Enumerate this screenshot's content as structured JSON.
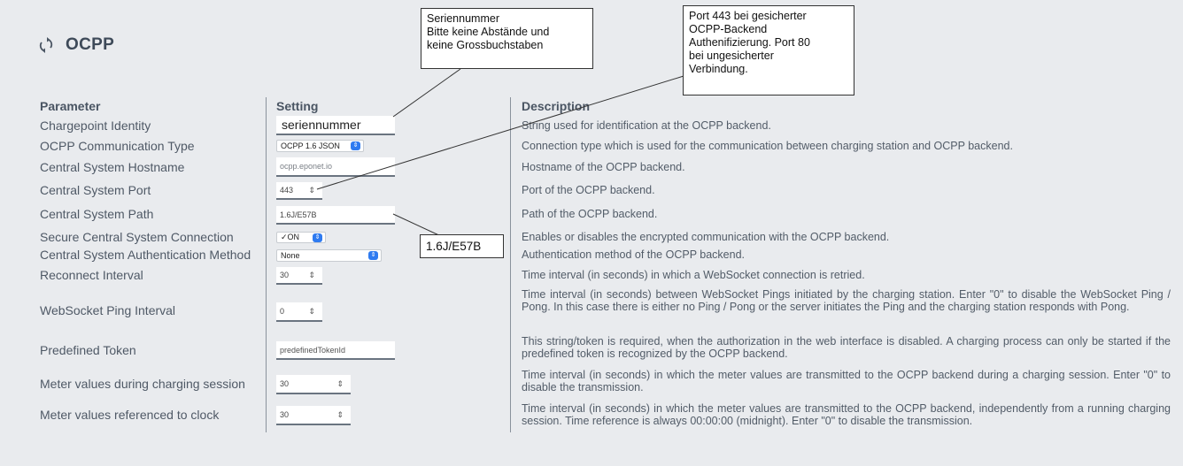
{
  "page": {
    "title": "OCPP",
    "title_icon": "sync-arrows-icon"
  },
  "headers": {
    "parameter": "Parameter",
    "setting": "Setting",
    "description": "Description"
  },
  "rows": [
    {
      "parameter": "Chargepoint Identity",
      "setting": "seriennummer",
      "description": "String used for identification at the OCPP backend."
    },
    {
      "parameter": "OCPP Communication Type",
      "setting": "OCPP 1.6 JSON",
      "description": "Connection type which is used for the communication between charging station and OCPP backend."
    },
    {
      "parameter": "Central System Hostname",
      "setting": "ocpp.eponet.io",
      "description": "Hostname of the OCPP backend."
    },
    {
      "parameter": "Central System Port",
      "setting": "443",
      "description": "Port of the OCPP backend."
    },
    {
      "parameter": "Central System Path",
      "setting": "1.6J/E57B",
      "description": "Path of the OCPP backend."
    },
    {
      "parameter": "Secure Central System Connection",
      "setting": "✓ON",
      "description": "Enables or disables the encrypted communication with the OCPP backend."
    },
    {
      "parameter": "Central System Authentication Method",
      "setting": "None",
      "description": "Authentication method of the OCPP backend."
    },
    {
      "parameter": "Reconnect Interval",
      "setting": "30",
      "description": "Time interval (in seconds) in which a WebSocket connection is retried."
    },
    {
      "parameter": "WebSocket Ping Interval",
      "setting": "0",
      "description": "Time interval (in seconds) between WebSocket Pings initiated by the charging station. Enter \"0\" to disable the WebSocket Ping / Pong. In this case there is either no Ping / Pong or the server initiates the Ping and the charging station responds with Pong."
    },
    {
      "parameter": "Predefined Token",
      "setting": "predefinedTokenId",
      "description": "This string/token is required, when the authorization in the web interface is disabled. A charging process can only be started if the predefined token is recognized by the OCPP backend."
    },
    {
      "parameter": "Meter values during charging session",
      "setting": "30",
      "description": "Time interval (in seconds) in which the meter values are transmitted to the OCPP backend during a charging session. Enter \"0\" to disable the transmission."
    },
    {
      "parameter": "Meter values referenced to clock",
      "setting": "30",
      "description": "Time interval (in seconds) in which the meter values are transmitted to the OCPP backend, independently from a running charging session. Time reference is always 00:00:00 (midnight). Enter \"0\" to disable the transmission."
    }
  ],
  "callouts": {
    "serial": "Seriennummer\nBitte keine Abstände und\nkeine Grossbuchstaben",
    "port": "Port 443 bei gesicherter\nOCPP-Backend\nAuthenifizierung. Port 80\nbei ungesicherter\nVerbindung.",
    "path": "1.6J/E57B"
  },
  "colors": {
    "background": "#e9ebee",
    "select_accent": "#2f7bf0",
    "text": "#4f5966"
  }
}
